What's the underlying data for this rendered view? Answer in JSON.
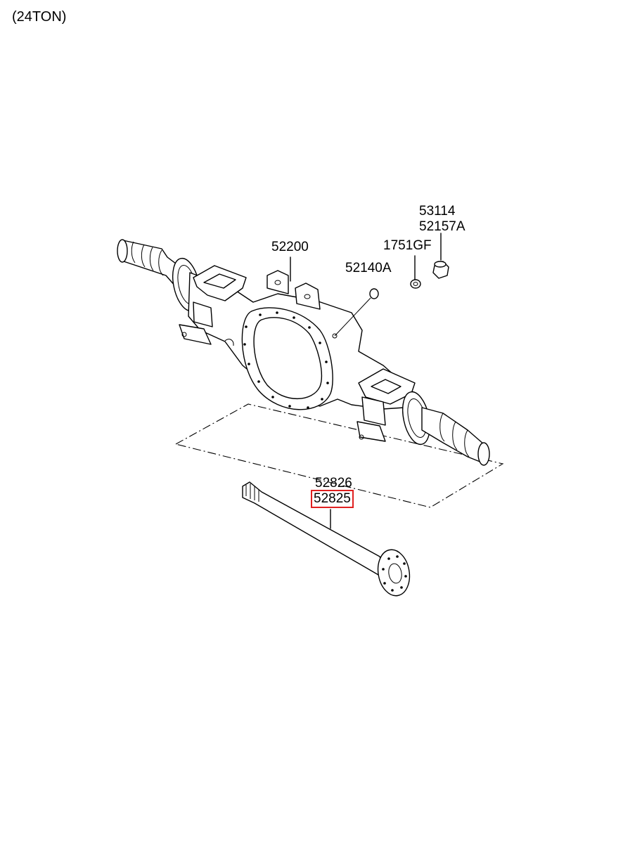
{
  "diagram": {
    "variant_label": "(24TON)",
    "parts": {
      "axle_housing": "52200",
      "breather_top": "53114",
      "breather_plug": "52157A",
      "gasket_bolt": "1751GF",
      "drain_plug": "52140A",
      "shaft_upper": "52826",
      "shaft_lower": "52825"
    },
    "highlighted_part": "52825",
    "highlight_color": "#e02020"
  }
}
